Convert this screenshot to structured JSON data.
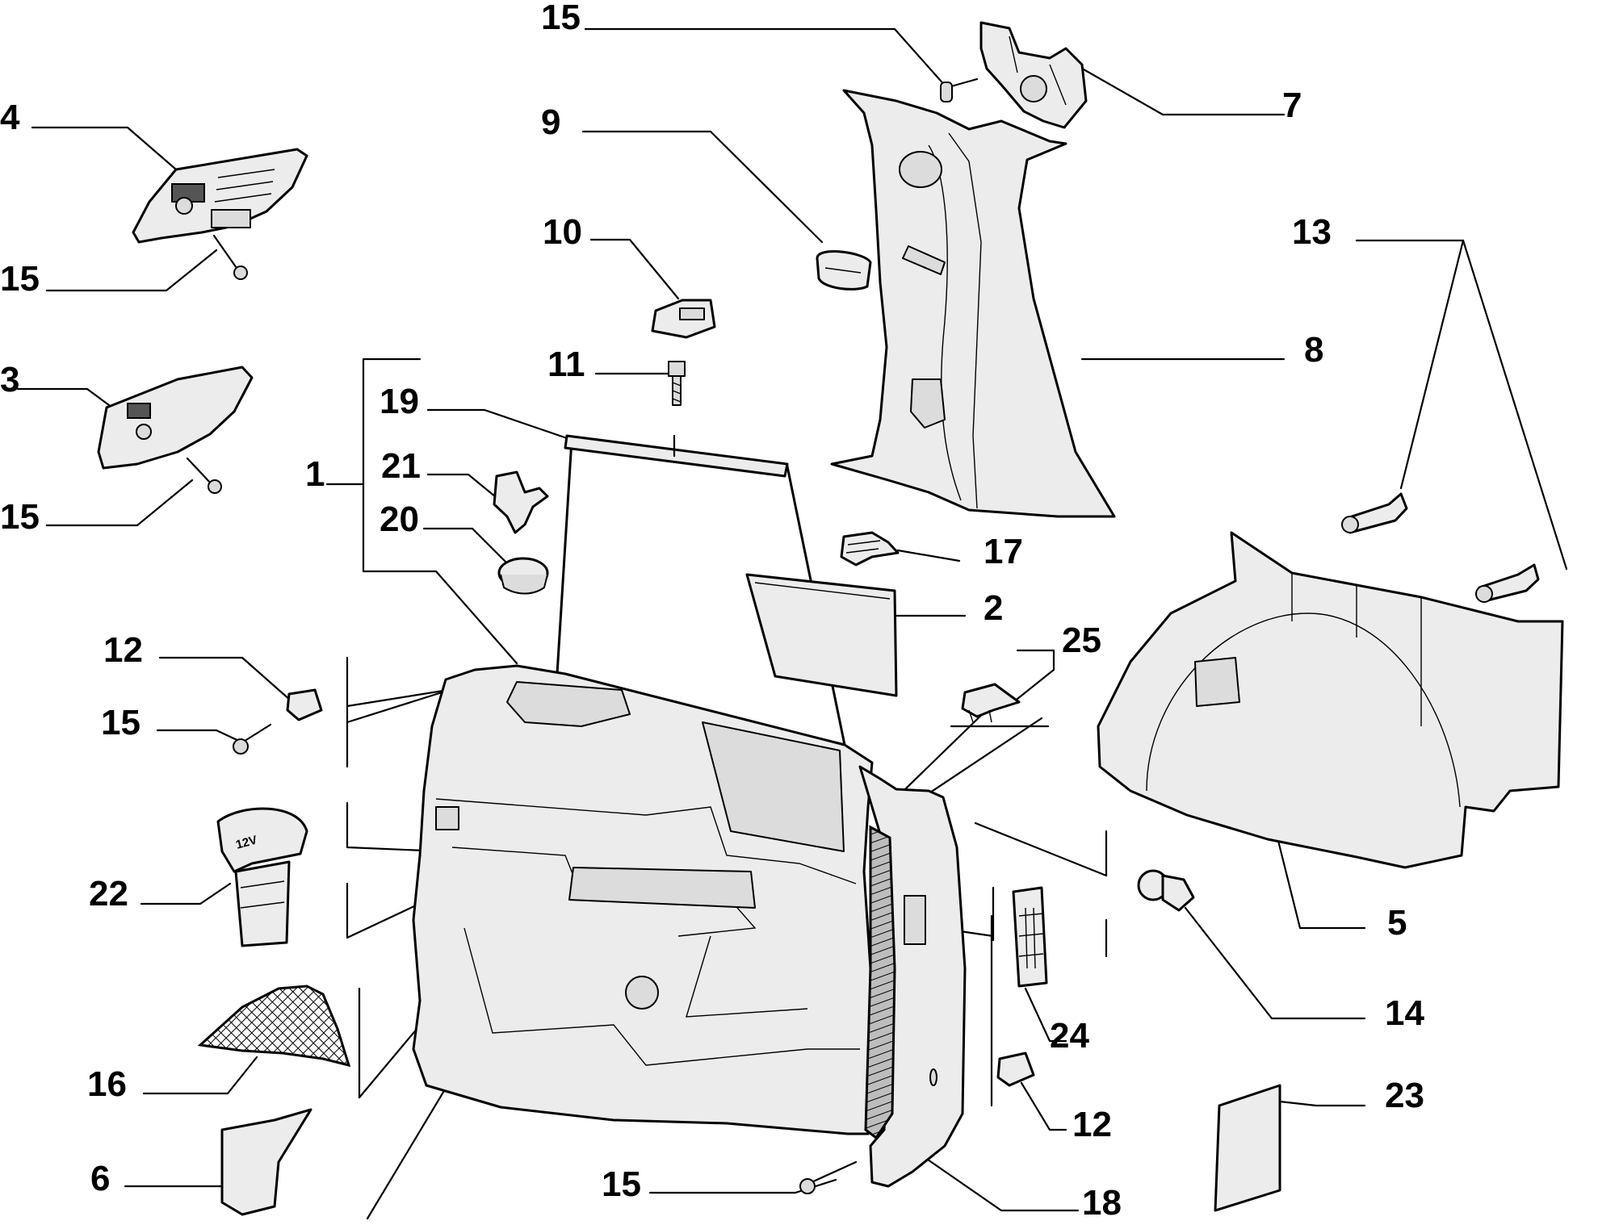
{
  "callouts": [
    {
      "id": "c15a",
      "text": "15"
    },
    {
      "id": "c7",
      "text": "7"
    },
    {
      "id": "c4",
      "text": "4"
    },
    {
      "id": "c9",
      "text": "9"
    },
    {
      "id": "c15b",
      "text": "15"
    },
    {
      "id": "c10",
      "text": "10"
    },
    {
      "id": "c13",
      "text": "13"
    },
    {
      "id": "c8",
      "text": "8"
    },
    {
      "id": "c3",
      "text": "3"
    },
    {
      "id": "c11",
      "text": "11"
    },
    {
      "id": "c19",
      "text": "19"
    },
    {
      "id": "c1",
      "text": "1"
    },
    {
      "id": "c21",
      "text": "21"
    },
    {
      "id": "c15c",
      "text": "15"
    },
    {
      "id": "c20",
      "text": "20"
    },
    {
      "id": "c17",
      "text": "17"
    },
    {
      "id": "c2",
      "text": "2"
    },
    {
      "id": "c12a",
      "text": "12"
    },
    {
      "id": "c25",
      "text": "25"
    },
    {
      "id": "c15d",
      "text": "15"
    },
    {
      "id": "c22",
      "text": "22"
    },
    {
      "id": "c5",
      "text": "5"
    },
    {
      "id": "c14",
      "text": "14"
    },
    {
      "id": "c24",
      "text": "24"
    },
    {
      "id": "c16",
      "text": "16"
    },
    {
      "id": "c12b",
      "text": "12"
    },
    {
      "id": "c23",
      "text": "23"
    },
    {
      "id": "c6",
      "text": "6"
    },
    {
      "id": "c15e",
      "text": "15"
    },
    {
      "id": "c18",
      "text": "18"
    }
  ],
  "parts": {
    "power_socket_marking": "12V"
  }
}
